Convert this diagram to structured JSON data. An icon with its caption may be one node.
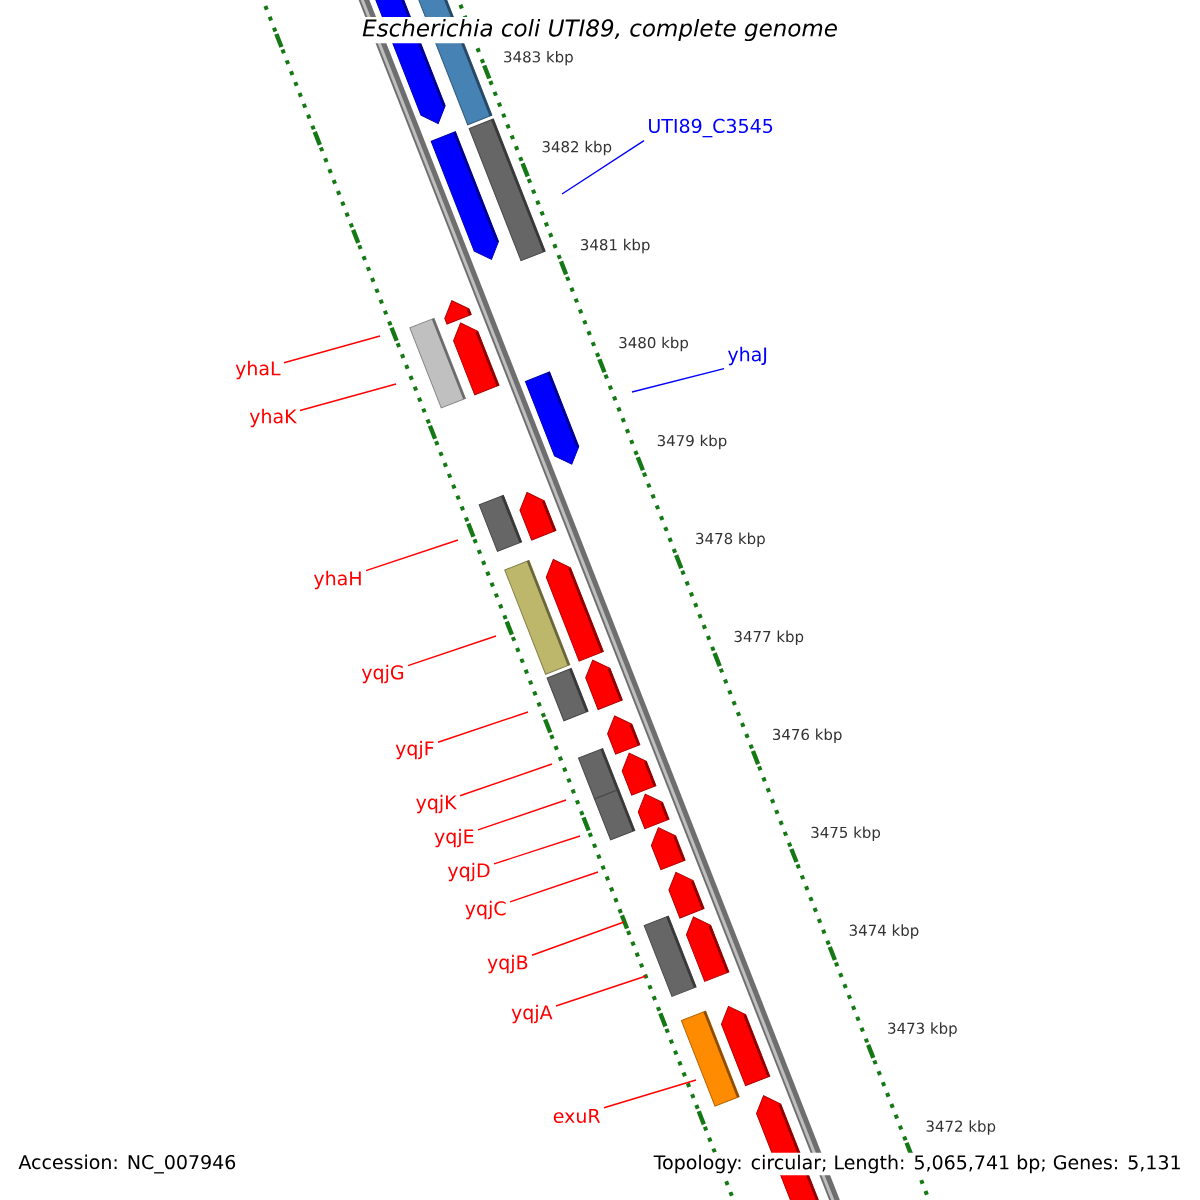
{
  "diagram": {
    "title": "Escherichia coli UTI89, complete genome",
    "nodes": [
      {
        "text": [
          "UTI89_C3545"
        ]
      },
      {
        "text": [
          "yhaJ"
        ]
      },
      {
        "text": [
          "yhaL"
        ]
      },
      {
        "text": [
          "yhaK"
        ]
      },
      {
        "text": [
          "yhaH"
        ]
      },
      {
        "text": [
          "yqjG"
        ]
      },
      {
        "text": [
          "yqjF"
        ]
      },
      {
        "text": [
          "yqjK"
        ]
      },
      {
        "text": [
          "yqjE"
        ]
      },
      {
        "text": [
          "yqjD"
        ]
      },
      {
        "text": [
          "yqjC"
        ]
      },
      {
        "text": [
          "yqjB"
        ]
      },
      {
        "text": [
          "yqjA"
        ]
      },
      {
        "text": [
          "exuR"
        ]
      }
    ],
    "edges": [
      {
        "from": 0,
        "to": null,
        "arrow": "none",
        "color": "#0000ff"
      },
      {
        "from": 1,
        "to": null,
        "arrow": "none",
        "color": "#0000ff"
      },
      {
        "from": 2,
        "to": null,
        "arrow": "none"
      },
      {
        "from": 3,
        "to": null,
        "arrow": "none"
      },
      {
        "from": 4,
        "to": null,
        "arrow": "none"
      },
      {
        "from": 5,
        "to": null,
        "arrow": "none"
      },
      {
        "from": 6,
        "to": null,
        "arrow": "none"
      },
      {
        "from": 7,
        "to": null,
        "arrow": "none"
      },
      {
        "from": 8,
        "to": null,
        "arrow": "none"
      },
      {
        "from": 9,
        "to": null,
        "arrow": "none"
      },
      {
        "from": 10,
        "to": null,
        "arrow": "none"
      },
      {
        "from": 11,
        "to": null,
        "arrow": "none"
      },
      {
        "from": 12,
        "to": null,
        "arrow": "none"
      },
      {
        "from": 13,
        "to": null,
        "arrow": "none"
      }
    ],
    "labels": [
      "3483 kbp",
      "3482 kbp",
      "3481 kbp",
      "3480 kbp",
      "3479 kbp",
      "3478 kbp",
      "3477 kbp",
      "3476 kbp",
      "3475 kbp",
      "3474 kbp",
      "3473 kbp",
      "3472 kbp",
      "Accession: NC_007946",
      "Topology: circular; Length: 5,065,741 bp; Genes: 5,131"
    ]
  }
}
